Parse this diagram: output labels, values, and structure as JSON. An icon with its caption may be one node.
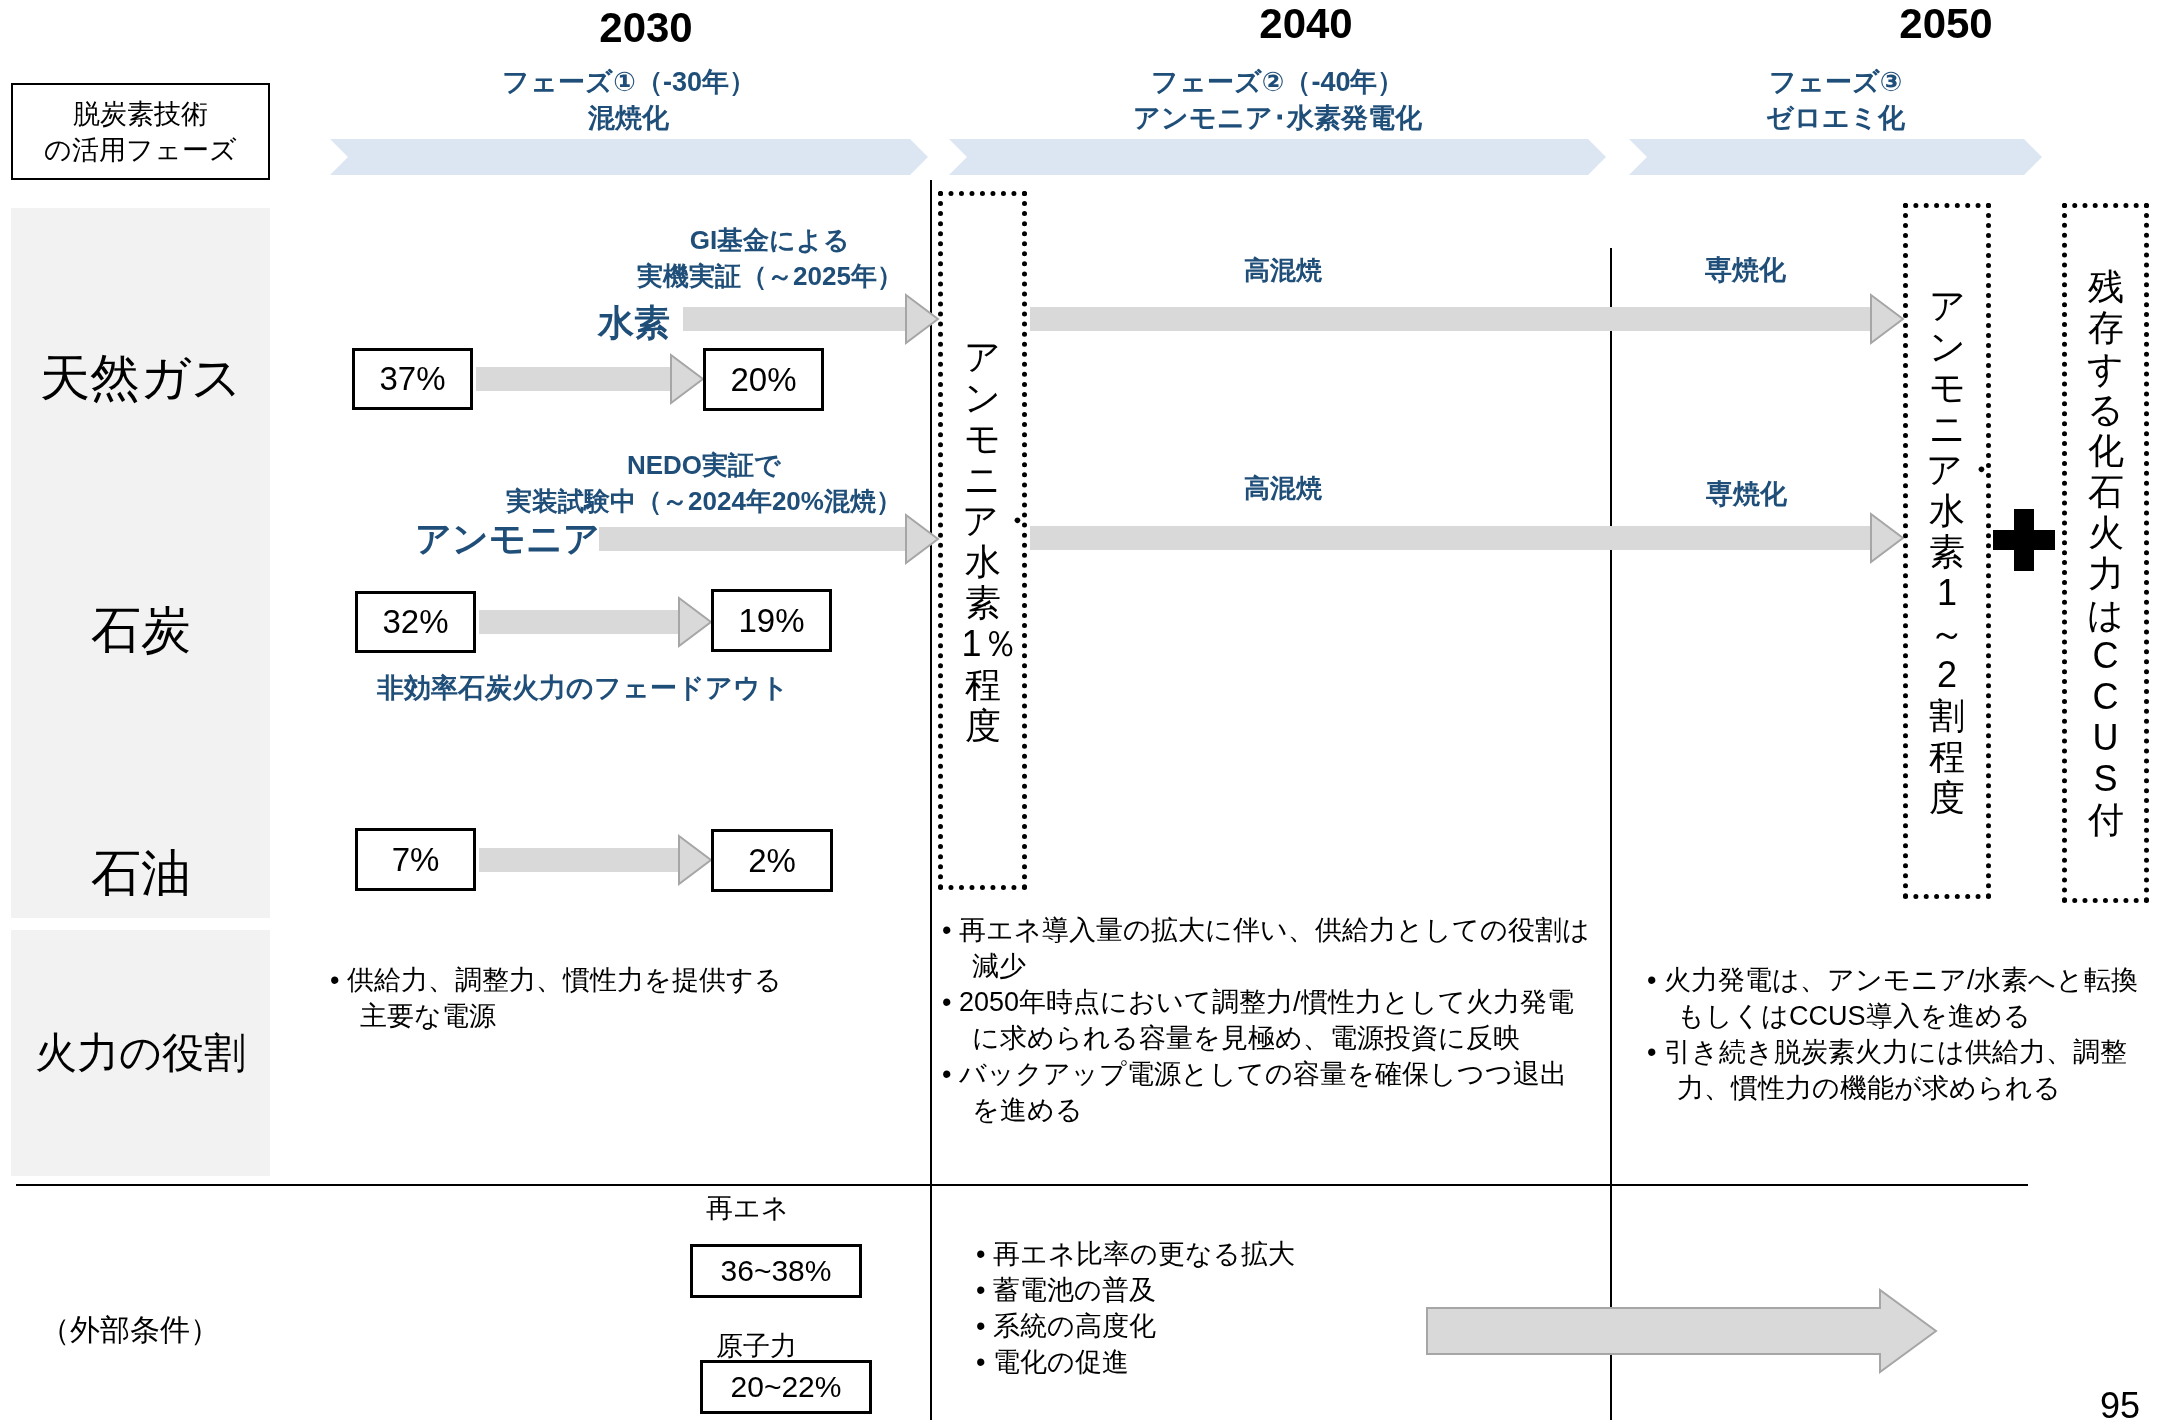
{
  "diagram": {
    "nodes": [
      {
        "text": [
          "脱炭素技術の活用フェーズ"
        ]
      },
      {
        "text": [
          "フェーズ①（-30年）混焼化"
        ]
      },
      {
        "text": [
          "フェーズ②（-40年）アンモニア･水素発電化"
        ]
      },
      {
        "text": [
          "フェーズ③ゼロエミ化"
        ]
      },
      {
        "text": [
          "天然ガス",
          "石炭",
          "石油"
        ]
      },
      {
        "text": [
          "火力の役割"
        ]
      },
      {
        "text": [
          "37%"
        ]
      },
      {
        "text": [
          "20%"
        ]
      },
      {
        "text": [
          "32%"
        ]
      },
      {
        "text": [
          "19%"
        ]
      },
      {
        "text": [
          "7%"
        ]
      },
      {
        "text": [
          "2%"
        ]
      },
      {
        "text": [
          "水素"
        ]
      },
      {
        "text": [
          "アンモニア"
        ]
      },
      {
        "text": [
          "アンモニア・水素 1％程度"
        ]
      },
      {
        "text": [
          "アンモニア・水素 1～2割程度"
        ]
      },
      {
        "text": [
          "残存する化石火力はCCUS付"
        ]
      },
      {
        "text": [
          "再エネ",
          "36~38%"
        ]
      },
      {
        "text": [
          "原子力",
          "20~22%"
        ]
      }
    ],
    "edges": [
      {
        "from": 6,
        "to": 7,
        "arrow": "to"
      },
      {
        "from": 8,
        "to": 9,
        "arrow": "to"
      },
      {
        "from": 10,
        "to": 11,
        "arrow": "to"
      },
      {
        "from": 12,
        "to": 14,
        "arrow": "to",
        "label": "GI基金による実機実証（～2025年）"
      },
      {
        "from": 13,
        "to": 14,
        "arrow": "to",
        "label": "NEDO実証で実装試験中（～2024年20%混焼）"
      },
      {
        "from": 14,
        "to": 15,
        "arrow": "to",
        "label": "高混焼"
      },
      {
        "from": 14,
        "to": 15,
        "arrow": "to",
        "label": "高混焼"
      }
    ],
    "labels": [
      "2030",
      "2040",
      "2050",
      "専焼化",
      "専焼化",
      "非効率石炭火力のフェードアウト",
      "• 供給力、調整力、慣性力を提供する主要な電源",
      "• 再エネ導入量の拡大に伴い、供給力としての役割は減少",
      "• 2050年時点において調整力/慣性力として火力発電に求められる容量を見極め、電源投資に反映",
      "• バックアップ電源としての容量を確保しつつ退出を進める",
      "• 火力発電は、アンモニア/水素へと転換もしくはCCUS導入を進める",
      "• 引き続き脱炭素火力には供給力、調整力、慣性力の機能が求められる",
      "（外部条件）",
      "• 再エネ比率の更なる拡大",
      "• 蓄電池の普及",
      "• 系統の高度化",
      "• 電化の促進",
      "95"
    ]
  }
}
